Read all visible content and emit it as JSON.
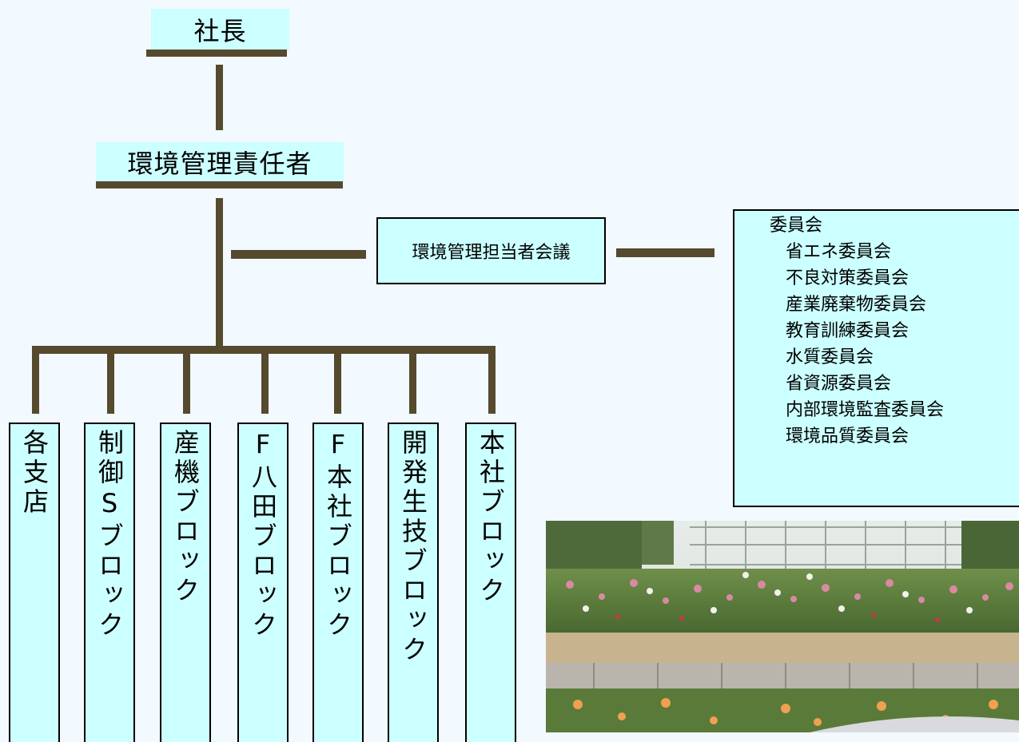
{
  "president": "社長",
  "env_manager": "環境管理責任者",
  "meeting": "環境管理担当者会議",
  "committee": {
    "heading": "委員会",
    "items": [
      "省エネ委員会",
      "不良対策委員会",
      "産業廃棄物委員会",
      "教育訓練委員会",
      "水質委員会",
      "省資源委員会",
      "内部環境監査委員会",
      "環境品質委員会"
    ]
  },
  "blocks": [
    "各支店",
    "制御Sブロック",
    "産機ブロック",
    "F八田ブロック",
    "F本社ブロック",
    "開発生技ブロック",
    "本社ブロック"
  ],
  "colors": {
    "background": "#f2f9ff",
    "box_fill": "#ccffff",
    "connector": "#554a2e"
  },
  "icons": {
    "photo": "rose-garden-photo"
  }
}
